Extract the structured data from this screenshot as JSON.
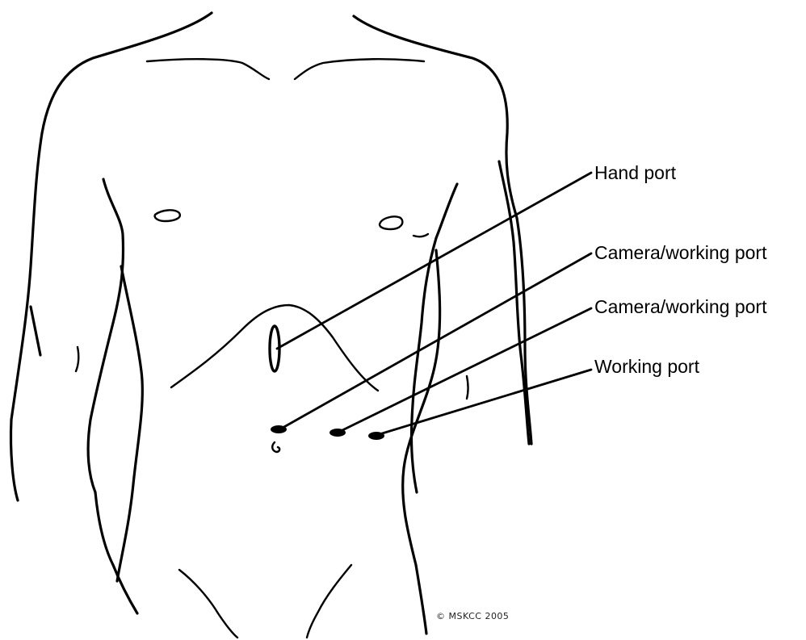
{
  "labels": {
    "hand_port": "Hand port",
    "camera_working_port_1": "Camera/working port",
    "camera_working_port_2": "Camera/working port",
    "working_port": "Working port"
  },
  "copyright": "© MSKCC 2005",
  "colors": {
    "line": "#000000",
    "background": "#ffffff"
  }
}
